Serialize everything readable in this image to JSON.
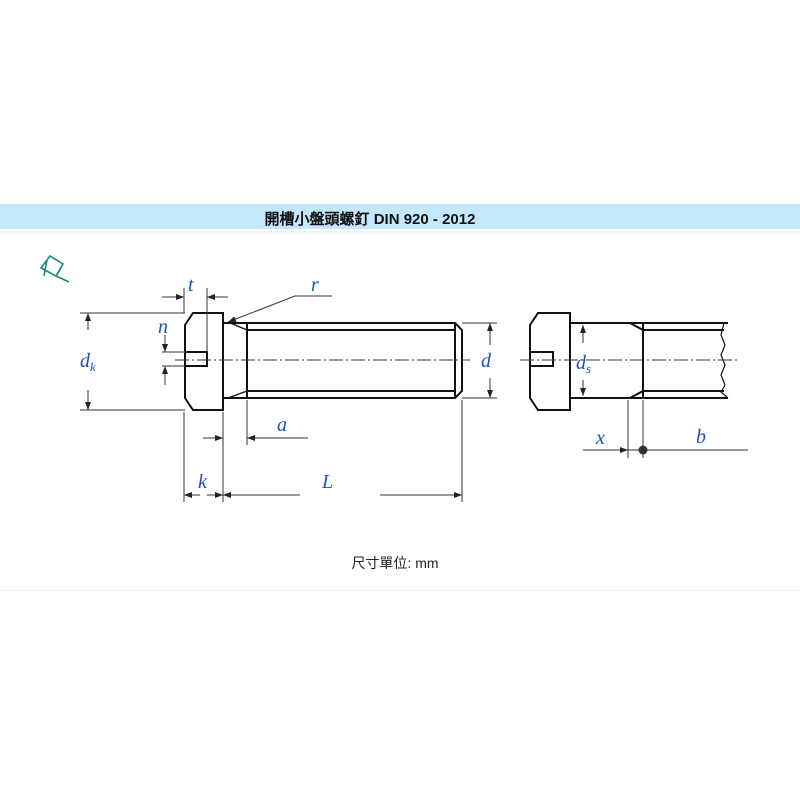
{
  "header": {
    "title": "開槽小盤頭螺釘 DIN 920 - 2012"
  },
  "icons": {
    "pin": "pushpin-icon",
    "pin_color": "#1a8a7a"
  },
  "drawing": {
    "labels": {
      "t": "t",
      "r": "r",
      "n": "n",
      "dk_main": "d",
      "dk_sub": "k",
      "d": "d",
      "a": "a",
      "k": "k",
      "L": "L",
      "ds_main": "d",
      "ds_sub": "s",
      "x": "x",
      "b": "b"
    },
    "label_color": "#1d4fc4"
  },
  "footer": {
    "unit_text": "尺寸單位: mm"
  }
}
